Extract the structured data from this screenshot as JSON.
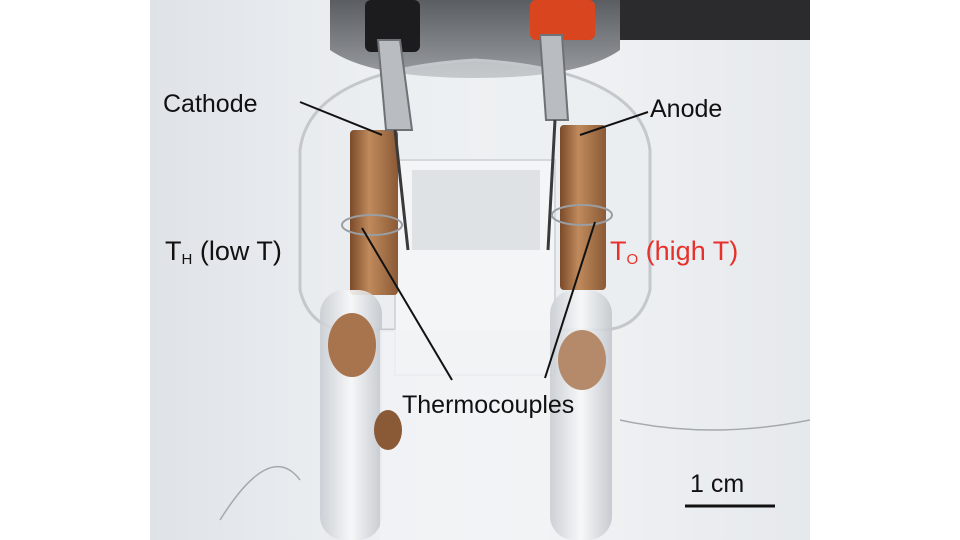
{
  "labels": {
    "cathode": "Cathode",
    "anode": "Anode",
    "th_main": "T",
    "th_sub": "H",
    "th_rest": " (low T)",
    "to_main": "T",
    "to_sub": "O",
    "to_rest": " (high T)",
    "thermocouples": "Thermocouples",
    "scale": "1 cm"
  },
  "colors": {
    "label_text": "#111111",
    "high_t_text": "#e8302a",
    "copper": "#b07a4e",
    "clip_red": "#d9451f",
    "background": "#eef1f4"
  }
}
